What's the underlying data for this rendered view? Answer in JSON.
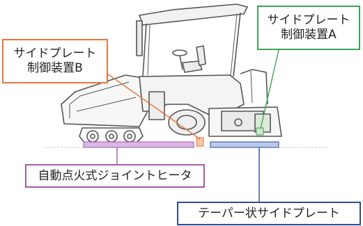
{
  "callouts": {
    "side_plate_b": {
      "line1": "サイドプレート",
      "line2": "制御装置B",
      "color": "#e8743a"
    },
    "side_plate_a": {
      "line1": "サイドプレート",
      "line2": "制御装置A",
      "color": "#3aa35a"
    },
    "joint_heater": {
      "label": "自動点火式ジョイントヒータ",
      "color": "#a45aa5"
    },
    "tapered_side_plate": {
      "label": "テーパー状サイドプレート",
      "color": "#2f4c92"
    }
  },
  "machine": {
    "type": "asphalt-finisher-illustration",
    "line_color": "#555555"
  }
}
